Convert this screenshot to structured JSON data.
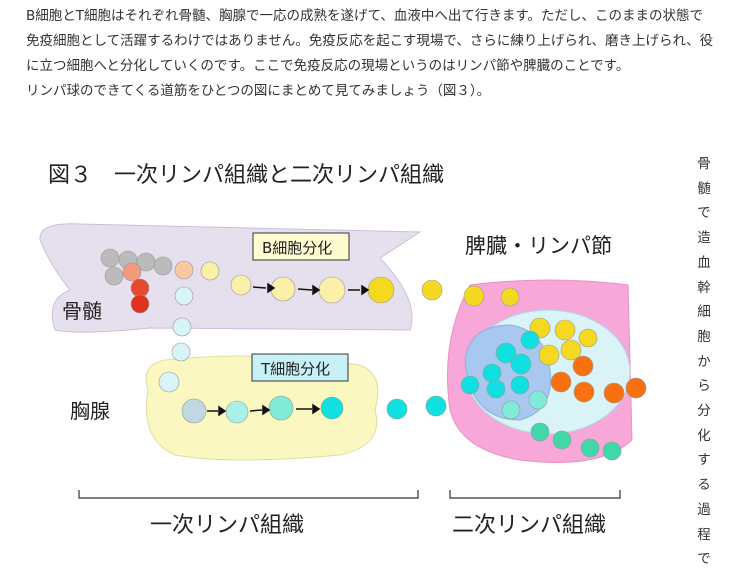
{
  "paragraphs": [
    "B細胞とT細胞はそれぞれ骨髄、胸腺で一応の成熟を遂げて、血液中へ出て行きます。ただし、このままの状態で免疫細胞として活躍するわけではありません。免疫反応を起こす現場で、さらに練り上げられ、磨き上げられ、役に立つ細胞へと分化していくのです。ここで免疫反応の現場というのはリンパ節や脾臓のことです。",
    "リンパ球のできてくる道筋をひとつの図にまとめて見てみましょう（図３）。"
  ],
  "figure": {
    "title": "図３　一次リンパ組織と二次リンパ組織",
    "bone_marrow": "骨髄",
    "thymus": "胸腺",
    "b_diff": "B細胞分化",
    "t_diff": "T細胞分化",
    "spleen_node": "脾臓・リンパ節",
    "primary": "一次リンパ組織",
    "secondary": "二次リンパ組織"
  },
  "vertical_text": "骨髄で造血幹細胞から分化する過程で"
}
